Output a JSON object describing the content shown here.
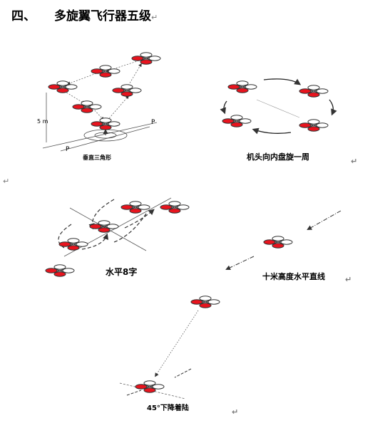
{
  "heading": {
    "number": "四、",
    "title": "多旋翼飞行器五级",
    "mark": "↵"
  },
  "para_mark": "↵",
  "figures": {
    "vertical_triangle": {
      "caption": "垂直三角形",
      "axis_label": "5 m",
      "p_right": "P",
      "p_left": "P"
    },
    "nose_inward_circle": {
      "caption": "机头向内盘旋一周",
      "mark": "↵"
    },
    "horizontal_eight": {
      "caption": "水平8字"
    },
    "straight_line": {
      "caption": "十米高度水平直线",
      "mark": "↵"
    },
    "landing_45": {
      "caption": "45°下降着陆",
      "mark": "↵"
    }
  },
  "colors": {
    "rotor_red": "#e8141e",
    "line": "#333333",
    "text": "#000000"
  }
}
